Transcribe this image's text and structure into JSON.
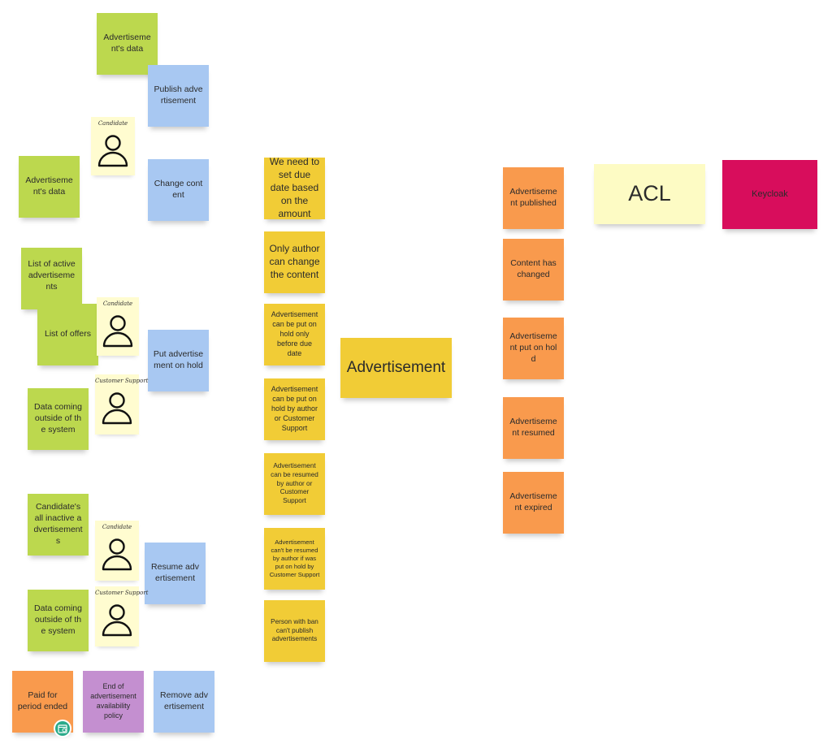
{
  "notes": {
    "adv_data_1": "Advertisement's data",
    "publish_cmd": "Publish advertisement",
    "adv_data_2": "Advertisement's data",
    "change_content_cmd": "Change content",
    "list_active": "List of active advertisements",
    "list_offers": "List of offers",
    "put_on_hold_cmd": "Put advertisement on hold",
    "data_outside_1": "Data coming outside of the system",
    "candidate_inactive": "Candidate's all inactive advertisements",
    "resume_cmd": "Resume advertisement",
    "data_outside_2": "Data coming outside of the system",
    "paid_period_ended": "Paid for period ended",
    "end_policy": "End of advertisement availability policy",
    "remove_cmd": "Remove advertisement",
    "rule_due_date": "We need to set due date based on the amount",
    "rule_only_author": "Only author can change the content",
    "rule_hold_before_due": "Advertisement can be put on hold only before due date",
    "rule_hold_by": "Advertisement can be put on hold by author or Customer Support",
    "rule_resumed_by": "Advertisement can be resumed by author or Customer Support",
    "rule_cant_resume": "Advertisement can't be resumed by author if was put on hold by Customer Support",
    "rule_ban": "Person with ban can't publish advertisements",
    "aggregate": "Advertisement",
    "evt_published": "Advertisement published",
    "evt_content_changed": "Content has changed",
    "evt_on_hold": "Advertisement put on hold",
    "evt_resumed": "Advertisement resumed",
    "evt_expired": "Advertisement expired",
    "acl": "ACL",
    "keycloak": "Keycloak"
  },
  "actors": {
    "a1": "Candidate",
    "a2": "Candidate",
    "a3": "Customer Support",
    "a4": "Candidate",
    "a5": "Customer Support"
  },
  "icons": {
    "actor": "person-icon",
    "badge": "calendar-clock-icon"
  },
  "colors": {
    "read_model": "#bcd84e",
    "command": "#a8c8f2",
    "policy_rule": "#f1cc36",
    "event": "#f99a4d",
    "acl": "#fdfbc4",
    "actor": "#fffcd0",
    "policy": "#c48fd0",
    "external_system": "#d80d5c",
    "badge": "#2aaa8a"
  }
}
